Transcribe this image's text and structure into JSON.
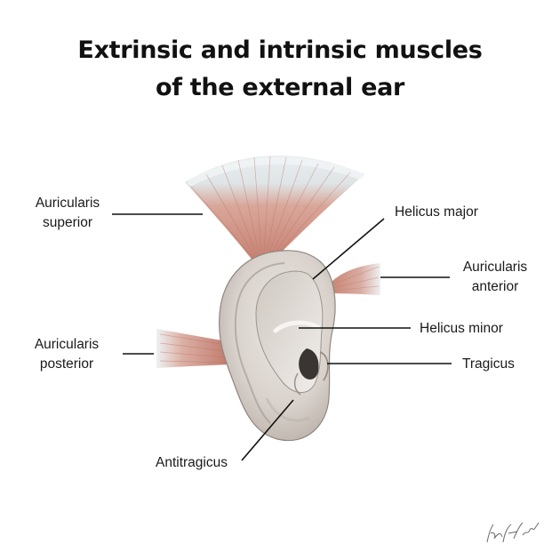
{
  "title": {
    "line1": "Extrinsic and intrinsic muscles",
    "line2": "of the external ear"
  },
  "labels": {
    "auricularis_superior": {
      "line1": "Auricularis",
      "line2": "superior"
    },
    "helicus_major": "Helicus major",
    "auricularis_anterior": {
      "line1": "Auricularis",
      "line2": "anterior"
    },
    "helicus_minor": "Helicus minor",
    "auricularis_posterior": {
      "line1": "Auricularis",
      "line2": "posterior"
    },
    "tragicus": "Tragicus",
    "antitragicus": "Antitragicus"
  },
  "signature_text": "by E Hubbard",
  "colors": {
    "muscle_red": "#c98474",
    "tendon_white": "#e8eef0",
    "ear_skin": "#ddd7d1",
    "ear_shadow": "#a9a19a",
    "leader_line": "#111111"
  }
}
